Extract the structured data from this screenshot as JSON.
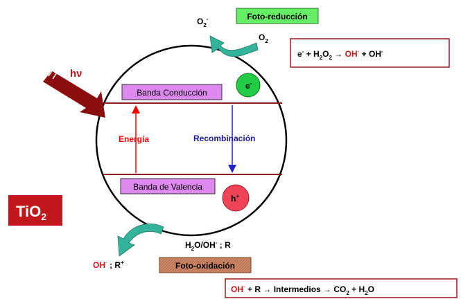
{
  "colors": {
    "circle_stroke": "#000000",
    "band_line": "#8b1a1a",
    "band_fill": "#dd88ee",
    "energy_text": "#ff0000",
    "energy_arrow": "#ff0000",
    "recomb_text": "#1a1aa6",
    "recomb_arrow": "#2222cc",
    "electron_fill": "#22cc44",
    "hole_fill": "#ee4455",
    "hv_arrow": "#8b0e0e",
    "curved_arrow": "#33b39a",
    "tio2_bg": "#c0161c",
    "tio2_text": "#ffffff",
    "photoreduction_fill": "#66ee66",
    "photooxidation_fill": "#cc8866",
    "box_border": "#a01818",
    "radical_text": "#cc1a1a"
  },
  "labels": {
    "hv": "hν",
    "tio2": "TiO",
    "tio2_sub": "2",
    "photoreduction": "Foto-reducción",
    "photooxidation": "Foto-oxidación",
    "conduction_band": "Banda Conducción",
    "valence_band": "Banda de Valencia",
    "energy": "Energía",
    "recombination": "Recombinación",
    "electron": "e",
    "electron_sup": "-",
    "hole": "h",
    "hole_sup": "+",
    "o2": "O",
    "o2_sub": "2",
    "o2_radical": "O",
    "o2_radical_sub": "2",
    "o2_radical_sup": "-",
    "h2o_oh": "H",
    "h2o_oh_sub": "2",
    "h2o_oh_rest": "O/OH",
    "h2o_oh_sup": "-",
    "h2o_oh_tail": " ; R",
    "oh_radical": "OH",
    "oh_radical_sup": "·",
    "r_sep": " ; R",
    "r_sup": "+"
  },
  "equations": {
    "reduction": {
      "e": "e",
      "e_sup": "-",
      "plus1": " + ",
      "h": "H",
      "h_sub": "2",
      "o": "O",
      "o_sub": "2",
      "arrow": " → ",
      "oh_rad": "OH",
      "oh_rad_sup": "·",
      "plus2": " + ",
      "oh": "OH",
      "oh_sup": "-"
    },
    "oxidation": {
      "oh_rad": "OH",
      "oh_rad_sup": "·",
      "plus1": " + R ",
      "arrow1": "→",
      "mid": " Intermedios ",
      "arrow2": "→",
      "co": " CO",
      "co_sub": "2",
      "plus2": " + H",
      "h_sub": "2",
      "o": "O"
    }
  }
}
